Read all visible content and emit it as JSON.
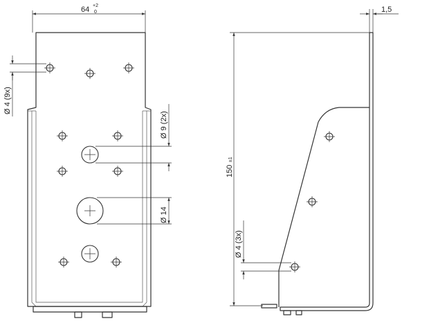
{
  "dimensions": {
    "width_main": "64",
    "width_tol_upper": "+2",
    "width_tol_lower": "0",
    "thickness": "1,5",
    "height_main": "150",
    "height_tol": "±1",
    "hole_small_front": "Ø 4 (9x)",
    "hole_medium": "Ø 9 (2x)",
    "hole_large": "Ø 14",
    "hole_small_side": "Ø 4 (3x)"
  }
}
